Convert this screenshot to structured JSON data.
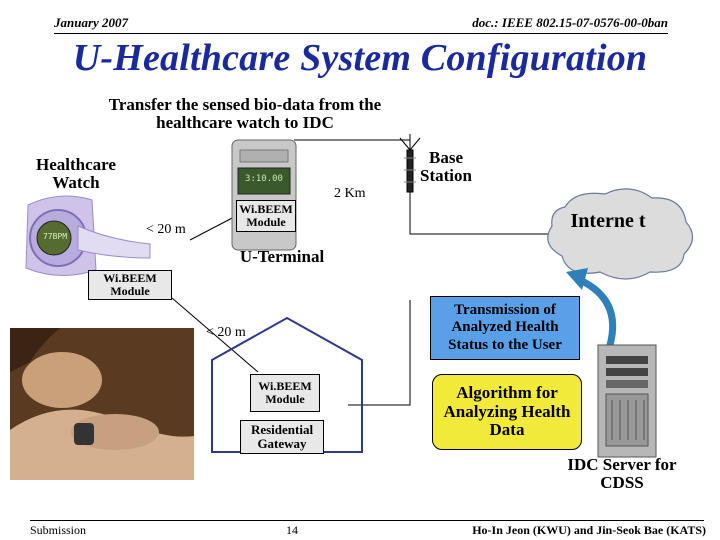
{
  "header": {
    "date": "January 2007",
    "doc_id": "doc.: IEEE 802.15-07-0576-00-0ban"
  },
  "title": "U-Healthcare System Configuration",
  "diagram": {
    "transfer_note": "Transfer the sensed bio-data from the healthcare watch to IDC",
    "healthcare_watch": "Healthcare Watch",
    "terminal_screen": "3:10.00",
    "watch_screen": "77BPM",
    "wibeem_module_terminal": "Wi.BEEM Module",
    "wibeem_module_watch": "Wi.BEEM Module",
    "wibeem_module_gateway": "Wi.BEEM Module",
    "range_watch_terminal": "< 20 m",
    "range_watch_gateway": "< 20 m",
    "range_terminal_base": "2 Km",
    "u_terminal": "U-Terminal",
    "base_station": "Base Station",
    "internet": "Interne t",
    "transmission_box": "Transmission of Analyzed Health Status to the User",
    "residential_gateway": "Residential Gateway",
    "algorithm_box": "Algorithm for Analyzing Health Data",
    "idc_server": "IDC Server for CDSS"
  },
  "footer": {
    "left": "Submission",
    "page": "14",
    "right": "Ho-In Jeon (KWU) and Jin-Seok Bae (KATS)"
  },
  "colors": {
    "title": "#1a2a9c",
    "transmission_box": "#5aa0e8",
    "algorithm_box": "#f2ea3a",
    "cloud": "#dcdcdc",
    "arrow": "#2f7fb8"
  }
}
